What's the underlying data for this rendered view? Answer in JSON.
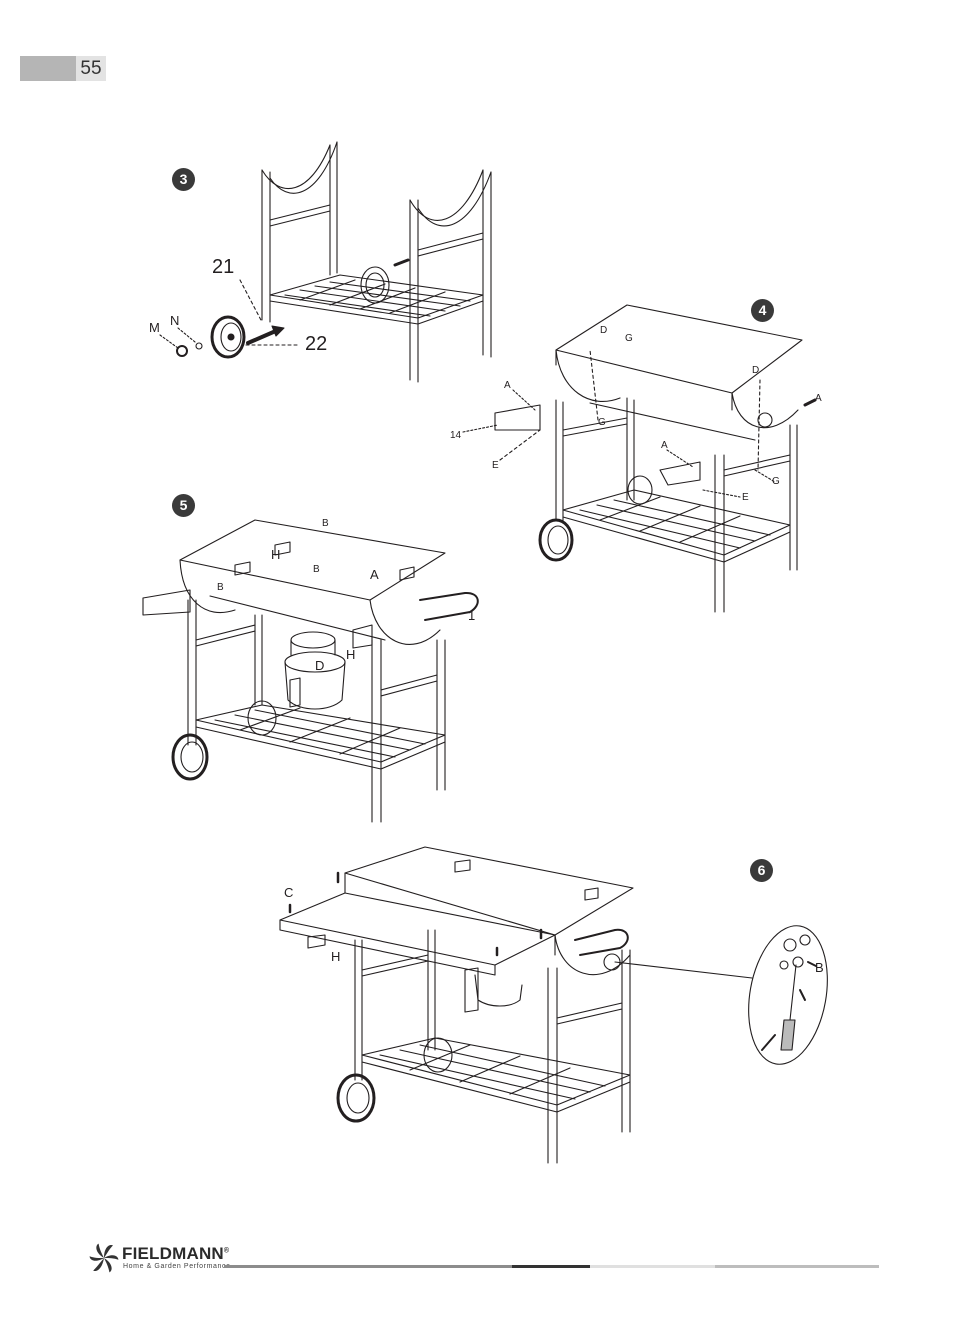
{
  "header": {
    "page_number": "55"
  },
  "steps": [
    {
      "number": "3"
    },
    {
      "number": "4"
    },
    {
      "number": "5"
    },
    {
      "number": "6"
    }
  ],
  "labels": {
    "s3": {
      "part21": "21",
      "part22": "22",
      "M": "M",
      "N": "N"
    },
    "s4": {
      "D1": "D",
      "G1": "G",
      "D2": "D",
      "A1": "A",
      "A2": "A",
      "G2": "G",
      "p14": "14",
      "E1": "E",
      "A3": "A",
      "E2": "E",
      "G3": "G"
    },
    "s5": {
      "B1": "B",
      "H1": "H",
      "B2": "B",
      "B3": "B",
      "A": "A",
      "p1": "1",
      "H2": "H",
      "D": "D"
    },
    "s6": {
      "C": "C",
      "H": "H",
      "B": "B"
    }
  },
  "footer": {
    "brand": "FIELDMANN",
    "trademark": "®",
    "tagline": "Home & Garden Performance"
  },
  "colors": {
    "ink": "#231f20",
    "tab_dark": "#b5b5b5",
    "tab_light": "#e3e3e3",
    "step_badge": "#3a3a3a",
    "rule_dark": "#333333",
    "rule_mid": "#8c8c8c",
    "rule_light": "#e0e0e0"
  }
}
